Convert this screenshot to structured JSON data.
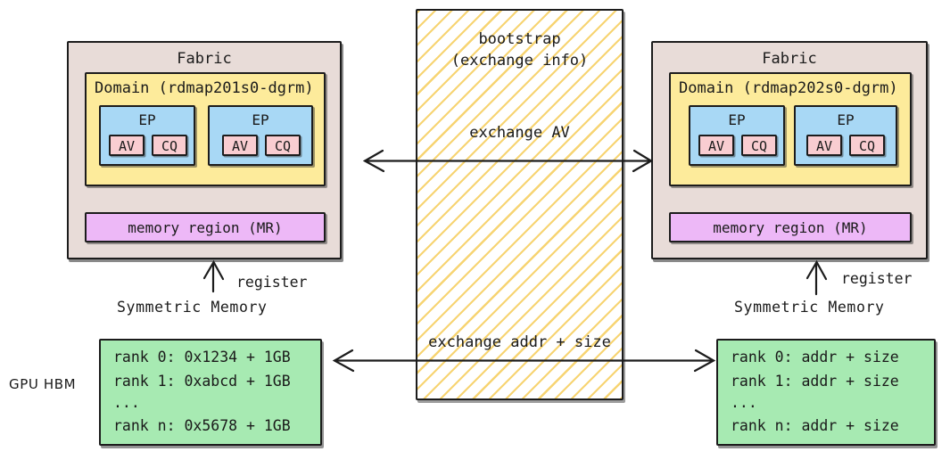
{
  "diagram": {
    "title_hidden": "libfabric symmetric memory bootstrap diagram",
    "left_fabric": {
      "title": "Fabric",
      "domain_title": "Domain (rdmap201s0-dgrm)",
      "endpoints": [
        {
          "label": "EP",
          "queues": [
            "AV",
            "CQ"
          ]
        },
        {
          "label": "EP",
          "queues": [
            "AV",
            "CQ"
          ]
        }
      ],
      "memory_region": "memory region (MR)",
      "register_label": "register",
      "symmetric_memory_label": "Symmetric Memory",
      "memory_table": [
        "rank 0: 0x1234 + 1GB",
        "rank 1: 0xabcd + 1GB",
        "...",
        "rank n: 0x5678 + 1GB"
      ]
    },
    "right_fabric": {
      "title": "Fabric",
      "domain_title": "Domain (rdmap202s0-dgrm)",
      "endpoints": [
        {
          "label": "EP",
          "queues": [
            "AV",
            "CQ"
          ]
        },
        {
          "label": "EP",
          "queues": [
            "AV",
            "CQ"
          ]
        }
      ],
      "memory_region": "memory region (MR)",
      "register_label": "register",
      "symmetric_memory_label": "Symmetric Memory",
      "memory_table": [
        "rank 0: addr + size",
        "rank 1: addr + size",
        "...",
        "rank n: addr + size"
      ]
    },
    "bootstrap": {
      "title_line1": "bootstrap",
      "title_line2": "(exchange info)",
      "exchange_av": "exchange AV",
      "exchange_addr_size": "exchange addr + size"
    },
    "gpu_hbm_label": "GPU HBM",
    "colors": {
      "fabric_fill": "#e8dcd8",
      "domain_fill": "#fdeb9b",
      "ep_fill": "#a8d8f5",
      "avcq_fill": "#f9cdd1",
      "mr_fill": "#edb8f7",
      "memory_fill": "#a7eab2",
      "hatch_stroke": "#f7d472",
      "stroke": "#1c1c1c"
    }
  }
}
